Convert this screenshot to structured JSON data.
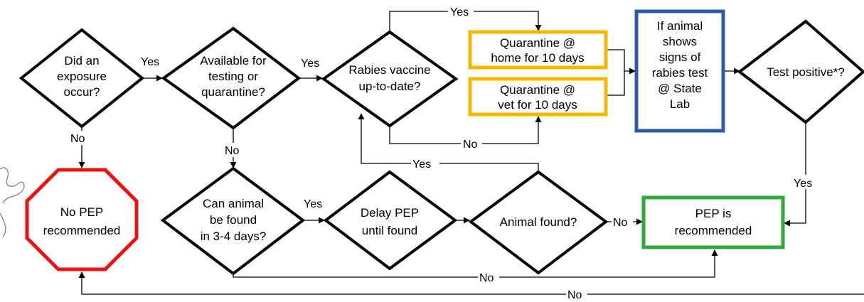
{
  "nodes": {
    "exposure": {
      "lines": [
        "Did an",
        "exposure",
        "occur?"
      ]
    },
    "available": {
      "lines": [
        "Available for",
        "testing or",
        "quarantine?"
      ]
    },
    "vaccine": {
      "lines": [
        "Rabies vaccine",
        "up-to-date?"
      ]
    },
    "quarantine_home": {
      "lines": [
        "Quarantine @",
        "home for 10 days"
      ]
    },
    "quarantine_vet": {
      "lines": [
        "Quarantine @",
        "vet for 10 days"
      ]
    },
    "test_lab": {
      "lines": [
        "If animal",
        "shows",
        "signs of",
        "rabies test",
        "@ State",
        "Lab"
      ]
    },
    "test_positive": {
      "lines": [
        "Test positive*?"
      ]
    },
    "no_pep": {
      "lines": [
        "No PEP",
        "recommended"
      ]
    },
    "found_days": {
      "lines": [
        "Can animal",
        "be found",
        "in 3-4  days?"
      ]
    },
    "delay_pep": {
      "lines": [
        "Delay PEP",
        "until  found"
      ]
    },
    "animal_found": {
      "lines": [
        "Animal found?"
      ]
    },
    "pep_recommended": {
      "lines": [
        "PEP is",
        "recommended"
      ]
    }
  },
  "edge_labels": {
    "yes": "Yes",
    "no": "No"
  },
  "colors": {
    "quarantine_border": "#f5b800",
    "lab_border": "#2e5aa8",
    "stop_border": "#ee1111",
    "pep_border": "#2faa3a",
    "line": "#000000"
  }
}
